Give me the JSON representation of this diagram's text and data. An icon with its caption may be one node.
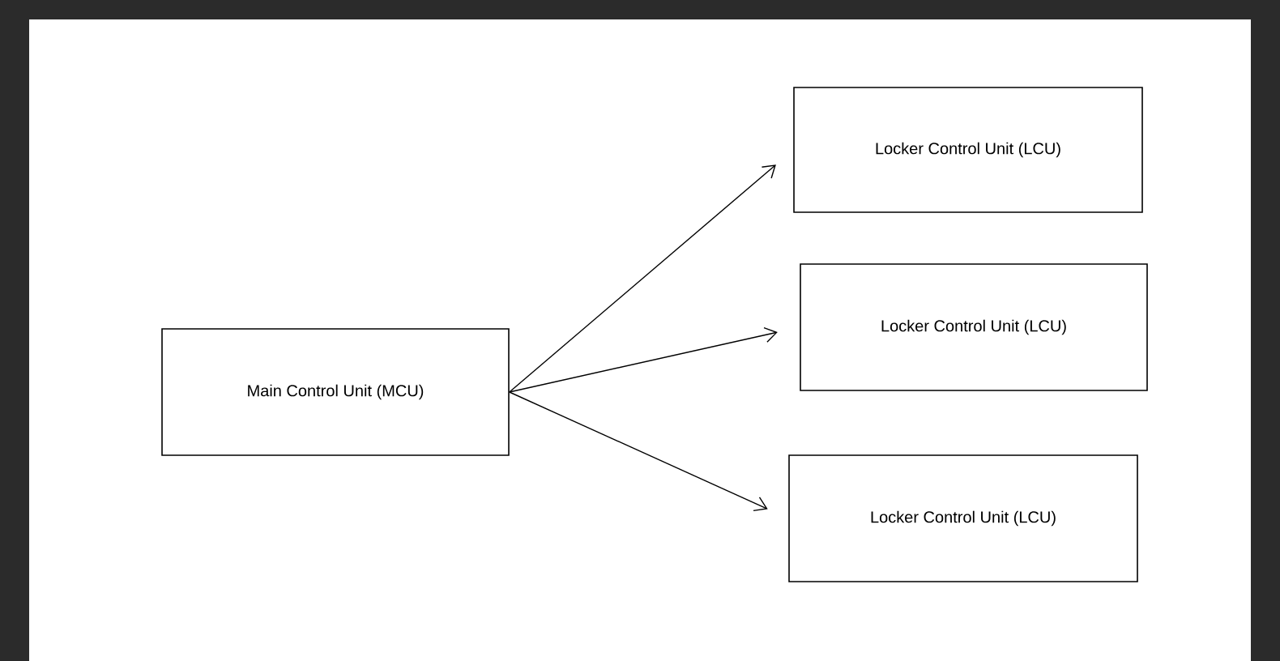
{
  "diagram": {
    "nodes": [
      {
        "text": [
          "Main Control Unit (MCU)"
        ]
      },
      {
        "text": [
          "Locker Control Unit (LCU)"
        ]
      },
      {
        "text": [
          "Locker Control Unit (LCU)"
        ]
      },
      {
        "text": [
          "Locker Control Unit (LCU)"
        ]
      }
    ],
    "edges": [
      {
        "from": 0,
        "to": 1,
        "arrow": "to"
      },
      {
        "from": 0,
        "to": 2,
        "arrow": "to"
      },
      {
        "from": 0,
        "to": 3,
        "arrow": "to"
      }
    ]
  }
}
